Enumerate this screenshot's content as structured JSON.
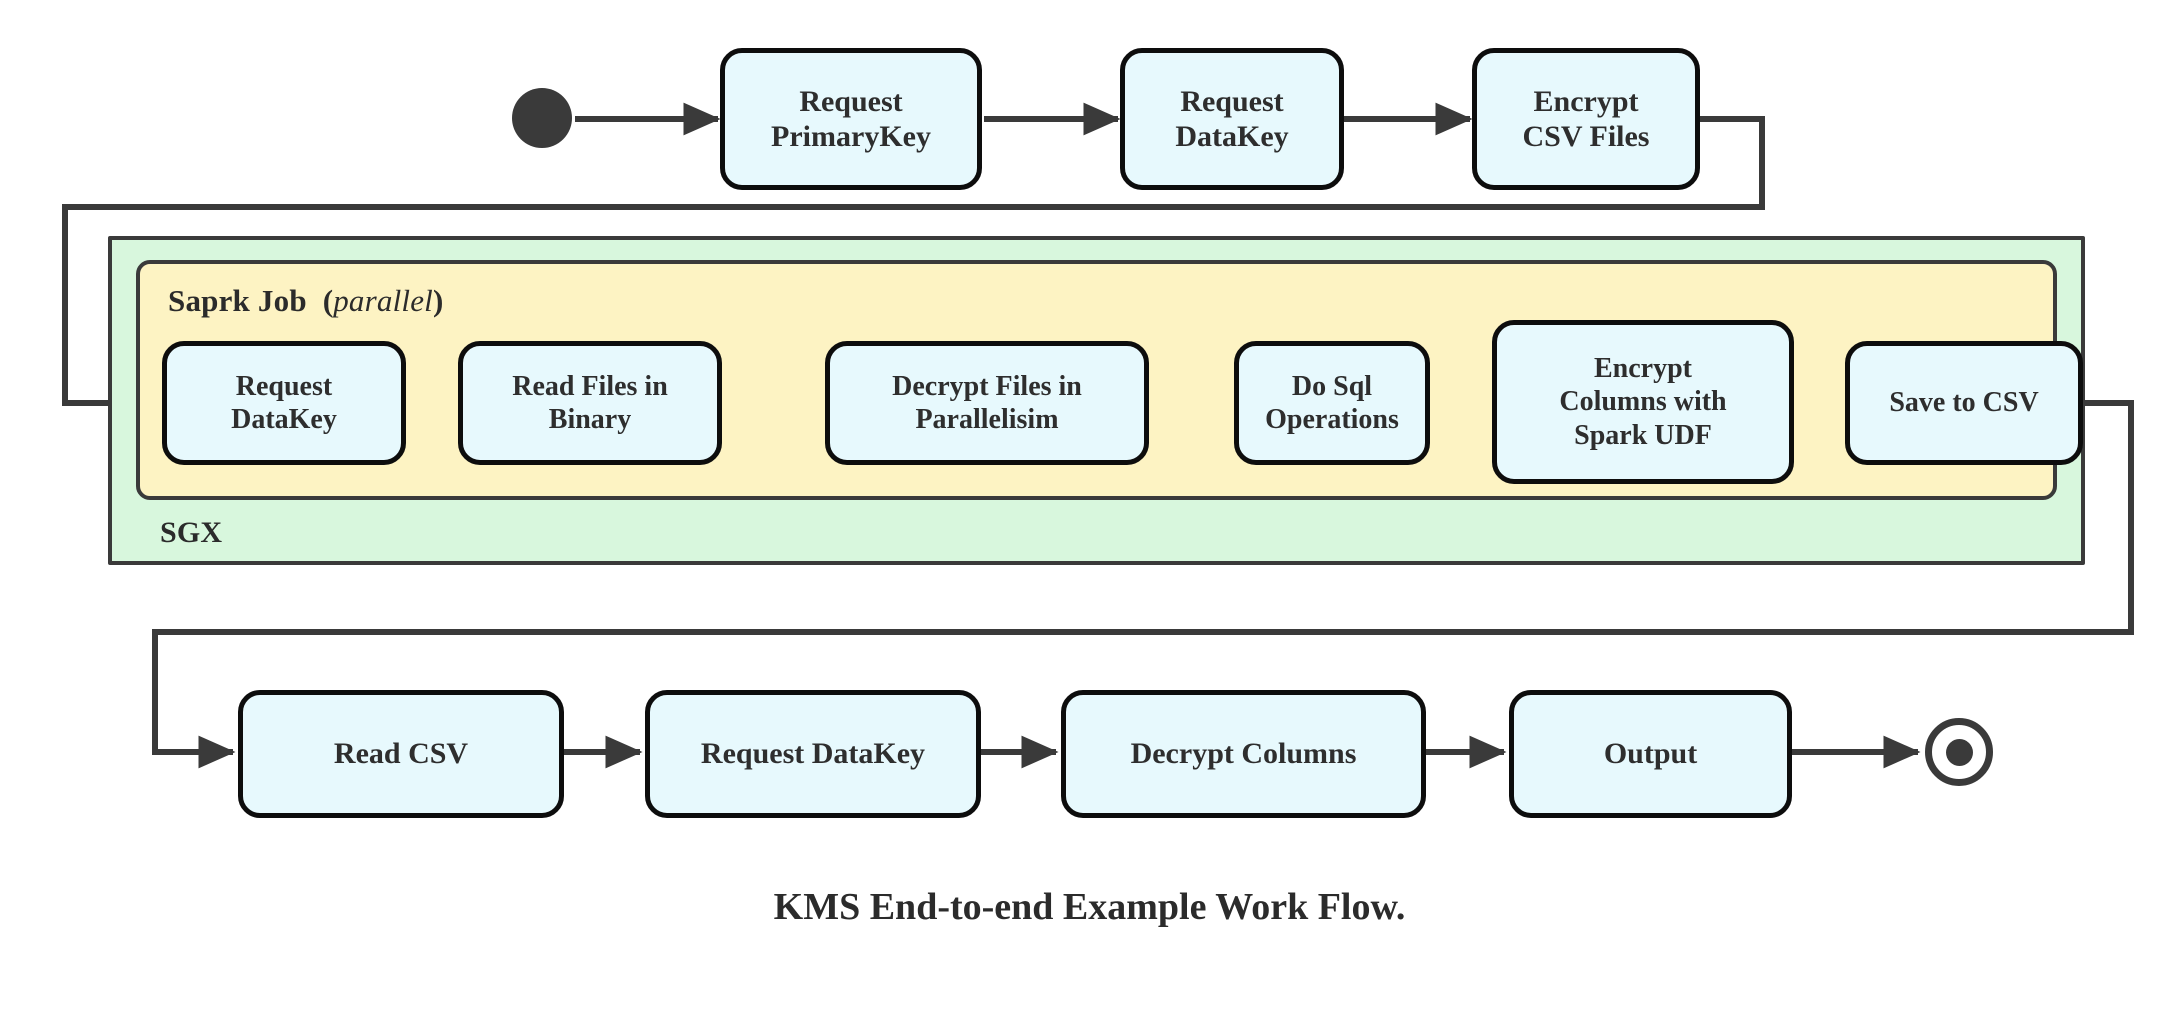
{
  "diagram": {
    "caption": "KMS End-to-end Example Work Flow.",
    "colors": {
      "node_fill": "#e7f9fd",
      "node_stroke": "#0d0d0d",
      "sgx_fill": "#d8f7dd",
      "spark_fill": "#fdf3c3",
      "line": "#3a3a3a",
      "text": "#2e2e2e"
    },
    "start_marker": "filled-circle",
    "end_marker": "bullseye-circle"
  },
  "regions": {
    "sgx": {
      "label": "SGX"
    },
    "spark": {
      "label": "Saprk Job",
      "modifier": "(parallel)",
      "modifier_open": "(",
      "modifier_word": "parallel",
      "modifier_close": ")"
    }
  },
  "nodes": {
    "top_row": [
      {
        "id": "request-primarykey",
        "lines": [
          "Request",
          "PrimaryKey"
        ]
      },
      {
        "id": "request-datakey-top",
        "lines": [
          "Request",
          "DataKey"
        ]
      },
      {
        "id": "encrypt-csv-files",
        "lines": [
          "Encrypt",
          "CSV Files"
        ]
      }
    ],
    "spark_row": [
      {
        "id": "request-datakey-spark",
        "lines": [
          "Request",
          "DataKey"
        ]
      },
      {
        "id": "read-files-in-binary",
        "lines": [
          "Read Files in",
          "Binary"
        ]
      },
      {
        "id": "decrypt-files-in-parallelisim",
        "lines": [
          "Decrypt Files in",
          "Parallelisim"
        ]
      },
      {
        "id": "do-sql-operations",
        "lines": [
          "Do Sql",
          "Operations"
        ]
      },
      {
        "id": "encrypt-columns-with-spark-udf",
        "lines": [
          "Encrypt",
          "Columns with",
          "Spark UDF"
        ]
      },
      {
        "id": "save-to-csv",
        "lines": [
          "Save to CSV"
        ]
      }
    ],
    "bottom_row": [
      {
        "id": "read-csv",
        "lines": [
          "Read CSV"
        ]
      },
      {
        "id": "request-datakey-bottom",
        "lines": [
          "Request DataKey"
        ]
      },
      {
        "id": "decrypt-columns",
        "lines": [
          "Decrypt Columns"
        ]
      },
      {
        "id": "output",
        "lines": [
          "Output"
        ]
      }
    ]
  },
  "flow_order": [
    "start",
    "Request PrimaryKey",
    "Request DataKey",
    "Encrypt CSV Files",
    "Request DataKey",
    "Read Files in Binary",
    "Decrypt Files in Parallelisim",
    "Do Sql Operations",
    "Encrypt Columns with Spark UDF",
    "Save to CSV",
    "Read CSV",
    "Request DataKey",
    "Decrypt Columns",
    "Output",
    "end"
  ]
}
